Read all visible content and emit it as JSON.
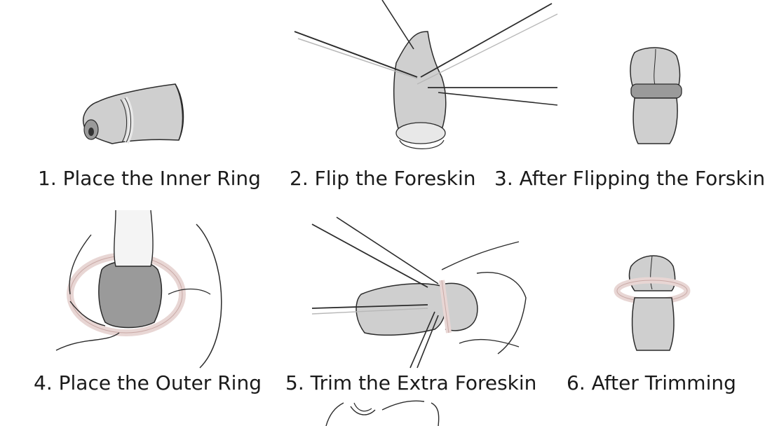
{
  "colors": {
    "line": "#2b2b2b",
    "skin": "#c9c9c9",
    "skin_light": "#e0e0e0",
    "skin_dark": "#9a9a9a",
    "ring": "#e8d6d4",
    "ring_stroke": "#c9a9a6",
    "instrument": "#b8b8b8"
  },
  "steps": [
    {
      "caption": "1. Place the Inner Ring"
    },
    {
      "caption": "2. Flip the Foreskin"
    },
    {
      "caption": "3. After Flipping the Forskin"
    },
    {
      "caption": "4. Place the Outer Ring"
    },
    {
      "caption": "5. Trim the Extra Foreskin"
    },
    {
      "caption": "6. After Trimming"
    }
  ]
}
